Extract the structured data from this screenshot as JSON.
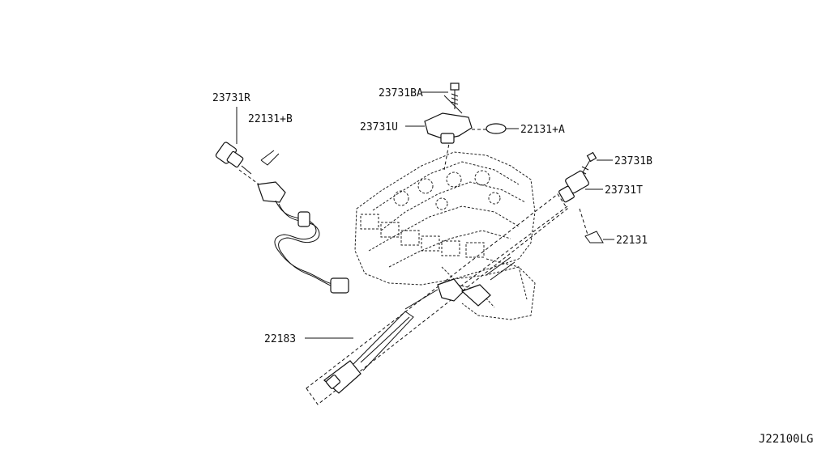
{
  "diagram": {
    "labels": {
      "l23731r": "23731R",
      "l22131b": "22131+B",
      "l23731ba": "23731BA",
      "l23731u": "23731U",
      "l22131a": "22131+A",
      "l23731b": "23731B",
      "l23731t": "23731T",
      "l22131": "22131",
      "l22183": "22183"
    },
    "diagram_code": "J22100LG"
  }
}
